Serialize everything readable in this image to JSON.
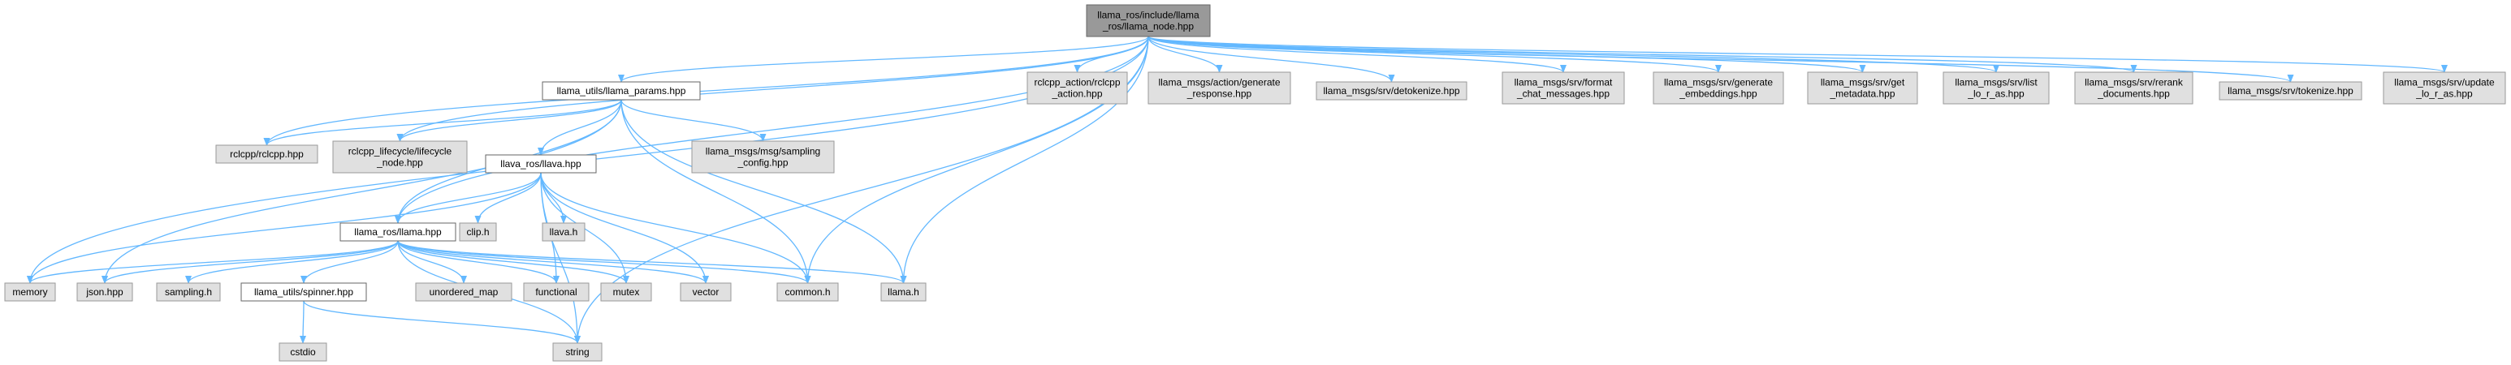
{
  "graph": {
    "nodes": [
      {
        "id": "root",
        "lines": [
          "llama_ros/include/llama",
          "_ros/llama_node.hpp"
        ],
        "kind": "root"
      },
      {
        "id": "params",
        "lines": [
          "llama_utils/llama_params.hpp"
        ],
        "kind": "file"
      },
      {
        "id": "llava",
        "lines": [
          "llava_ros/llava.hpp"
        ],
        "kind": "file"
      },
      {
        "id": "llama",
        "lines": [
          "llama_ros/llama.hpp"
        ],
        "kind": "file"
      },
      {
        "id": "spinner",
        "lines": [
          "llama_utils/spinner.hpp"
        ],
        "kind": "file"
      },
      {
        "id": "rclcpp_action",
        "lines": [
          "rclcpp_action/rclcpp",
          "_action.hpp"
        ],
        "kind": "ext"
      },
      {
        "id": "gen_resp",
        "lines": [
          "llama_msgs/action/generate",
          "_response.hpp"
        ],
        "kind": "ext"
      },
      {
        "id": "detok",
        "lines": [
          "llama_msgs/srv/detokenize.hpp"
        ],
        "kind": "ext"
      },
      {
        "id": "fmt_chat",
        "lines": [
          "llama_msgs/srv/format",
          "_chat_messages.hpp"
        ],
        "kind": "ext"
      },
      {
        "id": "gen_emb",
        "lines": [
          "llama_msgs/srv/generate",
          "_embeddings.hpp"
        ],
        "kind": "ext"
      },
      {
        "id": "get_meta",
        "lines": [
          "llama_msgs/srv/get",
          "_metadata.hpp"
        ],
        "kind": "ext"
      },
      {
        "id": "list_lora",
        "lines": [
          "llama_msgs/srv/list",
          "_lo_r_as.hpp"
        ],
        "kind": "ext"
      },
      {
        "id": "rerank",
        "lines": [
          "llama_msgs/srv/rerank",
          "_documents.hpp"
        ],
        "kind": "ext"
      },
      {
        "id": "tokenize",
        "lines": [
          "llama_msgs/srv/tokenize.hpp"
        ],
        "kind": "ext"
      },
      {
        "id": "upd_lora",
        "lines": [
          "llama_msgs/srv/update",
          "_lo_r_as.hpp"
        ],
        "kind": "ext"
      },
      {
        "id": "rclcpp",
        "lines": [
          "rclcpp/rclcpp.hpp"
        ],
        "kind": "ext"
      },
      {
        "id": "lifecycle",
        "lines": [
          "rclcpp_lifecycle/lifecycle",
          "_node.hpp"
        ],
        "kind": "ext"
      },
      {
        "id": "sampling_cfg",
        "lines": [
          "llama_msgs/msg/sampling",
          "_config.hpp"
        ],
        "kind": "ext"
      },
      {
        "id": "clip",
        "lines": [
          "clip.h"
        ],
        "kind": "ext"
      },
      {
        "id": "llava_h",
        "lines": [
          "llava.h"
        ],
        "kind": "ext"
      },
      {
        "id": "memory",
        "lines": [
          "memory"
        ],
        "kind": "ext"
      },
      {
        "id": "json",
        "lines": [
          "json.hpp"
        ],
        "kind": "ext"
      },
      {
        "id": "sampling",
        "lines": [
          "sampling.h"
        ],
        "kind": "ext"
      },
      {
        "id": "unordered_map",
        "lines": [
          "unordered_map"
        ],
        "kind": "ext"
      },
      {
        "id": "functional",
        "lines": [
          "functional"
        ],
        "kind": "ext"
      },
      {
        "id": "mutex",
        "lines": [
          "mutex"
        ],
        "kind": "ext"
      },
      {
        "id": "vector",
        "lines": [
          "vector"
        ],
        "kind": "ext"
      },
      {
        "id": "common",
        "lines": [
          "common.h"
        ],
        "kind": "ext"
      },
      {
        "id": "llama_h",
        "lines": [
          "llama.h"
        ],
        "kind": "ext"
      },
      {
        "id": "cstdio",
        "lines": [
          "cstdio"
        ],
        "kind": "ext"
      },
      {
        "id": "string",
        "lines": [
          "string"
        ],
        "kind": "ext"
      }
    ],
    "edges": [
      [
        "root",
        "rclcpp_action"
      ],
      [
        "root",
        "gen_resp"
      ],
      [
        "root",
        "detok"
      ],
      [
        "root",
        "fmt_chat"
      ],
      [
        "root",
        "gen_emb"
      ],
      [
        "root",
        "get_meta"
      ],
      [
        "root",
        "list_lora"
      ],
      [
        "root",
        "rerank"
      ],
      [
        "root",
        "tokenize"
      ],
      [
        "root",
        "upd_lora"
      ],
      [
        "root",
        "params"
      ],
      [
        "root",
        "rclcpp"
      ],
      [
        "root",
        "lifecycle"
      ],
      [
        "root",
        "memory"
      ],
      [
        "root",
        "llama"
      ],
      [
        "root",
        "common"
      ],
      [
        "root",
        "llama_h"
      ],
      [
        "root",
        "string"
      ],
      [
        "params",
        "rclcpp"
      ],
      [
        "params",
        "lifecycle"
      ],
      [
        "params",
        "sampling_cfg"
      ],
      [
        "params",
        "llava"
      ],
      [
        "params",
        "llama"
      ],
      [
        "params",
        "json"
      ],
      [
        "params",
        "common"
      ],
      [
        "params",
        "llama_h"
      ],
      [
        "llava",
        "clip"
      ],
      [
        "llava",
        "llava_h"
      ],
      [
        "llava",
        "llama"
      ],
      [
        "llava",
        "memory"
      ],
      [
        "llava",
        "functional"
      ],
      [
        "llava",
        "mutex"
      ],
      [
        "llava",
        "vector"
      ],
      [
        "llava",
        "common"
      ],
      [
        "llava",
        "string"
      ],
      [
        "llama",
        "memory"
      ],
      [
        "llama",
        "json"
      ],
      [
        "llama",
        "sampling"
      ],
      [
        "llama",
        "spinner"
      ],
      [
        "llama",
        "unordered_map"
      ],
      [
        "llama",
        "functional"
      ],
      [
        "llama",
        "mutex"
      ],
      [
        "llama",
        "vector"
      ],
      [
        "llama",
        "common"
      ],
      [
        "llama",
        "llama_h"
      ],
      [
        "llama",
        "string"
      ],
      [
        "spinner",
        "cstdio"
      ],
      [
        "spinner",
        "string"
      ]
    ]
  },
  "colors": {
    "edge": "#63b8ff",
    "root_fill": "#999999",
    "root_stroke": "#666666",
    "file_fill": "#ffffff",
    "file_stroke": "#666666",
    "ext_fill": "#e0e0e0",
    "ext_stroke": "#999999"
  }
}
